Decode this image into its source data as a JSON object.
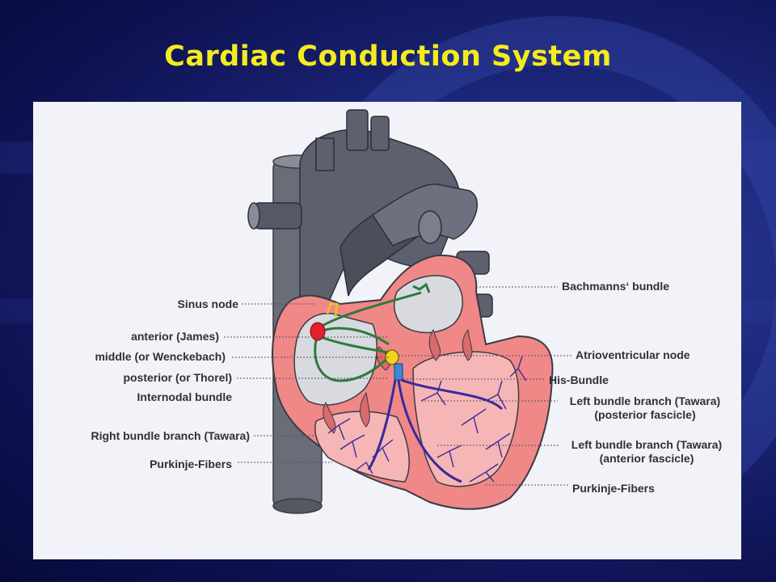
{
  "title": "Cardiac Conduction System",
  "labels_left": {
    "sinus_node": "Sinus node",
    "anterior": "anterior (James)",
    "middle": "middle (or Wenckebach)",
    "posterior": "posterior (or Thorel)",
    "internodal": "Internodal bundle",
    "right_bundle": "Right bundle branch (Tawara)",
    "purkinje_left": "Purkinje-Fibers"
  },
  "labels_right": {
    "bachmann": "Bachmanns‘ bundle",
    "av_node": "Atrioventricular node",
    "his_bundle": "His-Bundle",
    "left_post_line1": "Left bundle branch (Tawara)",
    "left_post_line2": "(posterior fascicle)",
    "left_ant_line1": "Left bundle branch (Tawara)",
    "left_ant_line2": "(anterior fascicle)",
    "purkinje_right": "Purkinje-Fibers"
  },
  "colors": {
    "title": "#f4ec1c",
    "vessel": "#6a6c78",
    "myocardium": "#f08888",
    "atrium_fill": "#d4d6dc",
    "conduction_green": "#2e7a3a",
    "purkinje": "#3a2a9a",
    "sinus_node": "#e4202c",
    "av_node": "#f2d21a",
    "his_bundle": "#3a8ad8"
  }
}
